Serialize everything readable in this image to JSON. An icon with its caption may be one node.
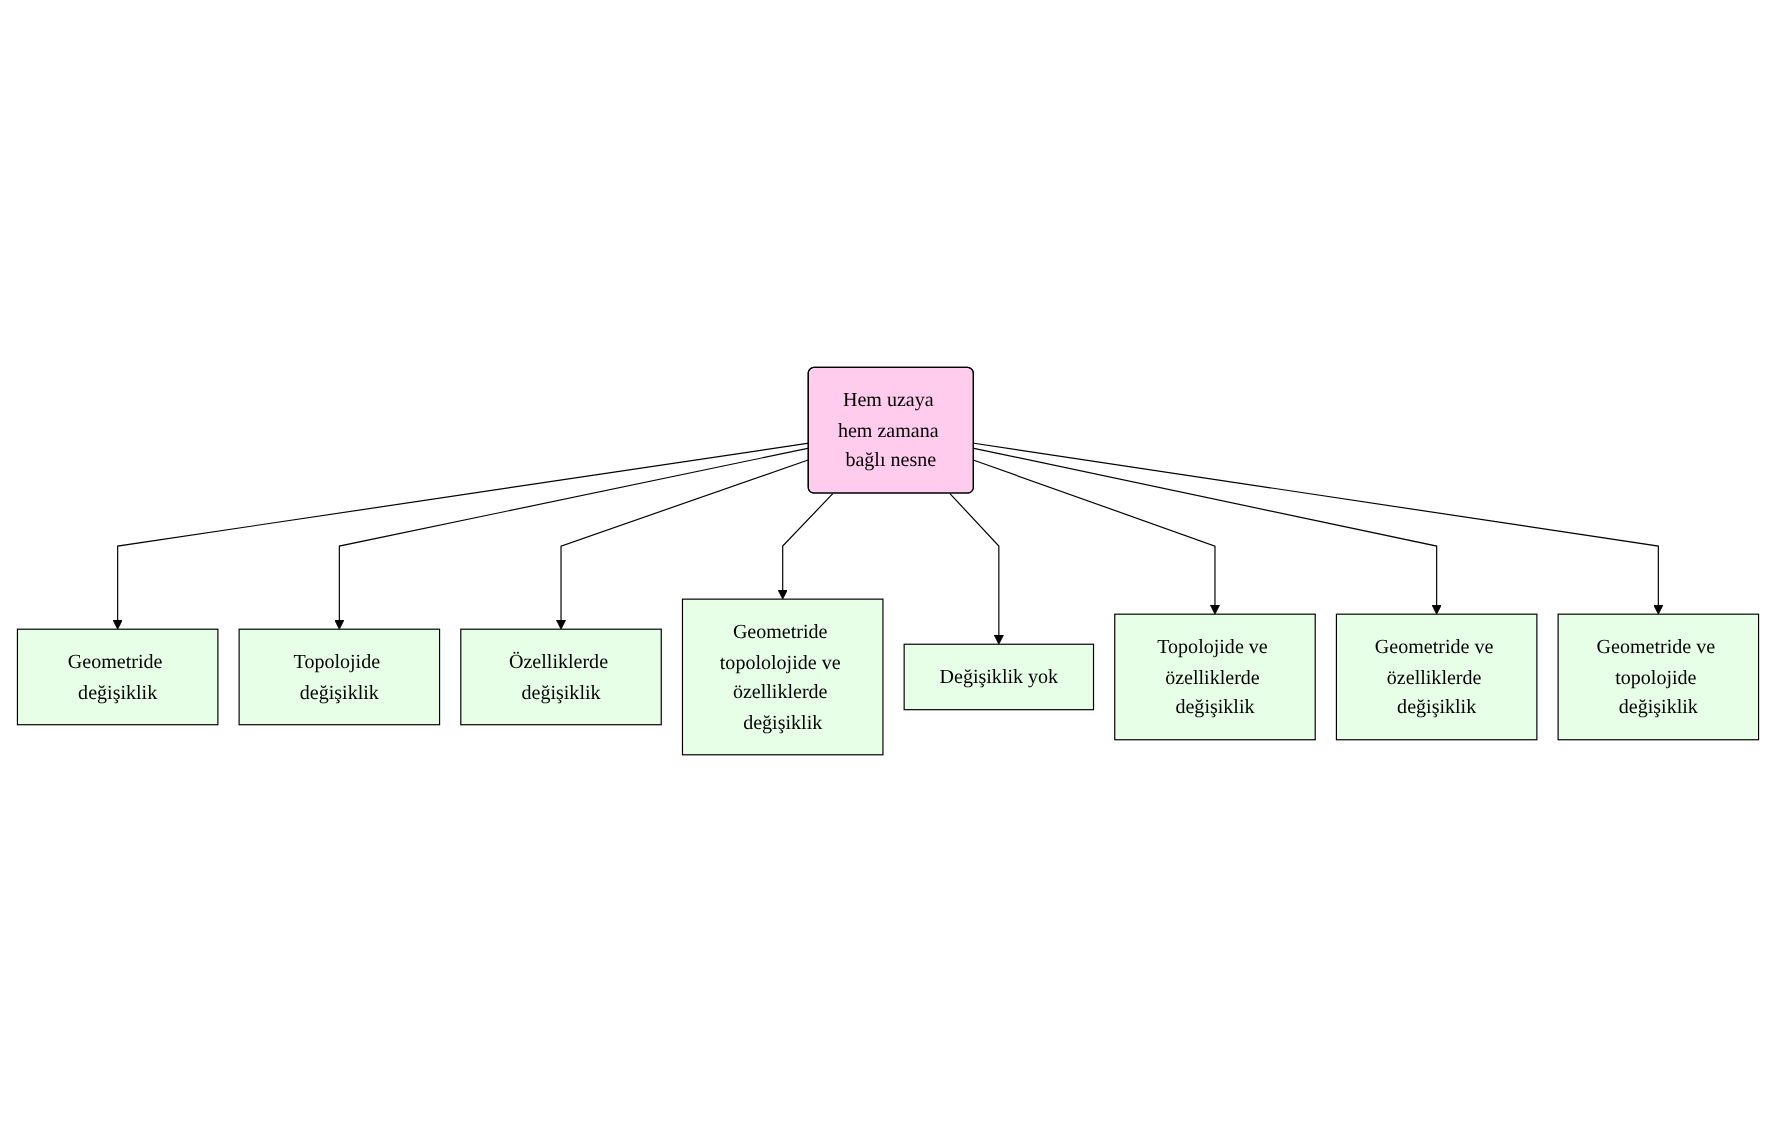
{
  "diagram": {
    "nodes": [
      {
        "text": [
          "Hem uzaya hem zamana bağlı nesne"
        ]
      },
      {
        "text": [
          "Geometride değişiklik"
        ]
      },
      {
        "text": [
          "Topolojide değişiklik"
        ]
      },
      {
        "text": [
          "Özelliklerde değişiklik"
        ]
      },
      {
        "text": [
          "Geometride topololojide ve özelliklerde değişiklik"
        ]
      },
      {
        "text": [
          "Değişiklik yok"
        ]
      },
      {
        "text": [
          "Topolojide ve özelliklerde değişiklik"
        ]
      },
      {
        "text": [
          "Geometride ve özelliklerde değişiklik"
        ]
      },
      {
        "text": [
          "Geometride ve topolojide değişiklik"
        ]
      }
    ],
    "edges": [
      {
        "from": 0,
        "to": 1,
        "arrow": "to"
      },
      {
        "from": 0,
        "to": 2,
        "arrow": "to"
      },
      {
        "from": 0,
        "to": 3,
        "arrow": "to"
      },
      {
        "from": 0,
        "to": 4,
        "arrow": "to"
      },
      {
        "from": 0,
        "to": 5,
        "arrow": "to"
      },
      {
        "from": 0,
        "to": 6,
        "arrow": "to"
      },
      {
        "from": 0,
        "to": 7,
        "arrow": "to"
      },
      {
        "from": 0,
        "to": 8,
        "arrow": "to"
      }
    ]
  }
}
